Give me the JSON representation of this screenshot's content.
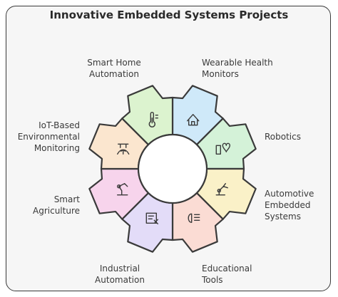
{
  "title": "Innovative Embedded Systems Projects",
  "segments": [
    {
      "label": "Smart Home\nAutomation",
      "icon": "smart-home-icon",
      "color": "#cfe9f9"
    },
    {
      "label": "Wearable Health\nMonitors",
      "icon": "wearable-heart-icon",
      "color": "#d4f2d8"
    },
    {
      "label": "Robotics",
      "icon": "robot-arm-icon",
      "color": "#faf1c8"
    },
    {
      "label": "Automotive\nEmbedded\nSystems",
      "icon": "car-headlight-icon",
      "color": "#fbdcd4"
    },
    {
      "label": "Educational\nTools",
      "icon": "certificate-icon",
      "color": "#e3dcf8"
    },
    {
      "label": "Industrial\nAutomation",
      "icon": "industrial-robot-icon",
      "color": "#f7d4ec"
    },
    {
      "label": "Smart\nAgriculture",
      "icon": "agriculture-icon",
      "color": "#fbe6cf"
    },
    {
      "label": "IoT-Based\nEnvironmental\nMonitoring",
      "icon": "thermometer-icon",
      "color": "#dcf3cf"
    }
  ],
  "colors": {
    "stroke": "#3a3a3a",
    "background": "#f6f6f6",
    "hub": "#ffffff"
  }
}
